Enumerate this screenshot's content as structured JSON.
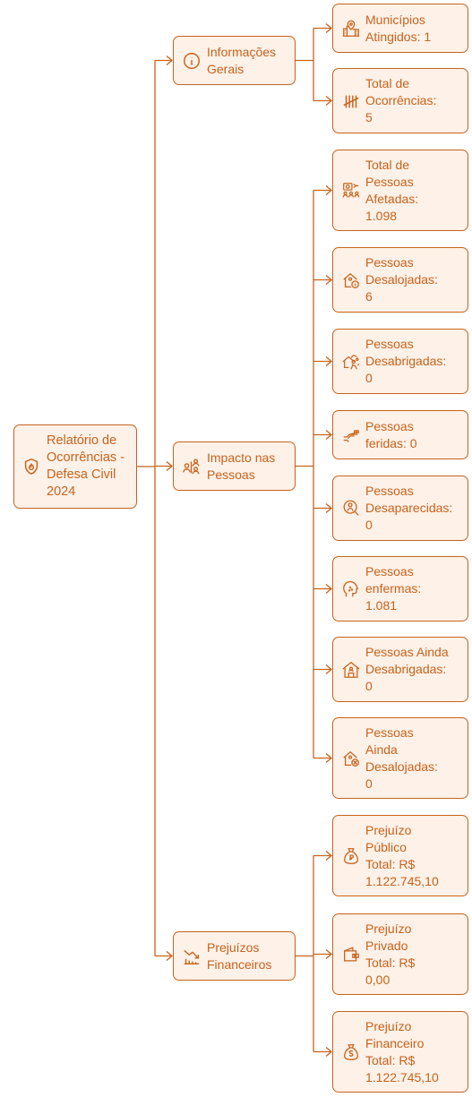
{
  "root": {
    "label": "Relatório de\nOcorrências -\nDefesa Civil\n2024",
    "icon": "shield-fire-icon"
  },
  "branches": [
    {
      "label": "Informações\nGerais",
      "icon": "info-circle-icon",
      "leaves": [
        {
          "label": "Municípios\nAtingidos: 1",
          "icon": "city-map-pin-icon"
        },
        {
          "label": "Total de\nOcorrências:\n5",
          "icon": "tally-marks-icon"
        }
      ]
    },
    {
      "label": "Impacto nas\nPessoas",
      "icon": "people-impact-icon",
      "leaves": [
        {
          "label": "Total de\nPessoas\nAfetadas:\n1.098",
          "icon": "affected-people-icon"
        },
        {
          "label": "Pessoas\nDesalojadas:\n6",
          "icon": "house-info-icon"
        },
        {
          "label": "Pessoas\nDesabrigadas:\n0",
          "icon": "homeless-person-icon"
        },
        {
          "label": "Pessoas\nferidas: 0",
          "icon": "injured-hand-icon"
        },
        {
          "label": "Pessoas\nDesaparecidas:\n0",
          "icon": "search-person-icon"
        },
        {
          "label": "Pessoas\nenfermas:\n1.081",
          "icon": "sick-head-icon"
        },
        {
          "label": "Pessoas Ainda\nDesabrigadas:\n0",
          "icon": "shelter-house-icon"
        },
        {
          "label": "Pessoas\nAinda\nDesalojadas:\n0",
          "icon": "house-clock-icon"
        }
      ]
    },
    {
      "label": "Prejuízos\nFinanceiros",
      "icon": "chart-down-icon",
      "leaves": [
        {
          "label": "Prejuízo\nPúblico\nTotal: R$\n1.122.745,10",
          "icon": "money-bag-icon"
        },
        {
          "label": "Prejuízo\nPrivado\nTotal: R$\n0,00",
          "icon": "wallet-icon"
        },
        {
          "label": "Prejuízo\nFinanceiro\nTotal: R$\n1.122.745,10",
          "icon": "dollar-bag-icon"
        }
      ]
    }
  ],
  "colors": {
    "accent": "#c8631c",
    "node_fill": "#fdf1e8"
  }
}
